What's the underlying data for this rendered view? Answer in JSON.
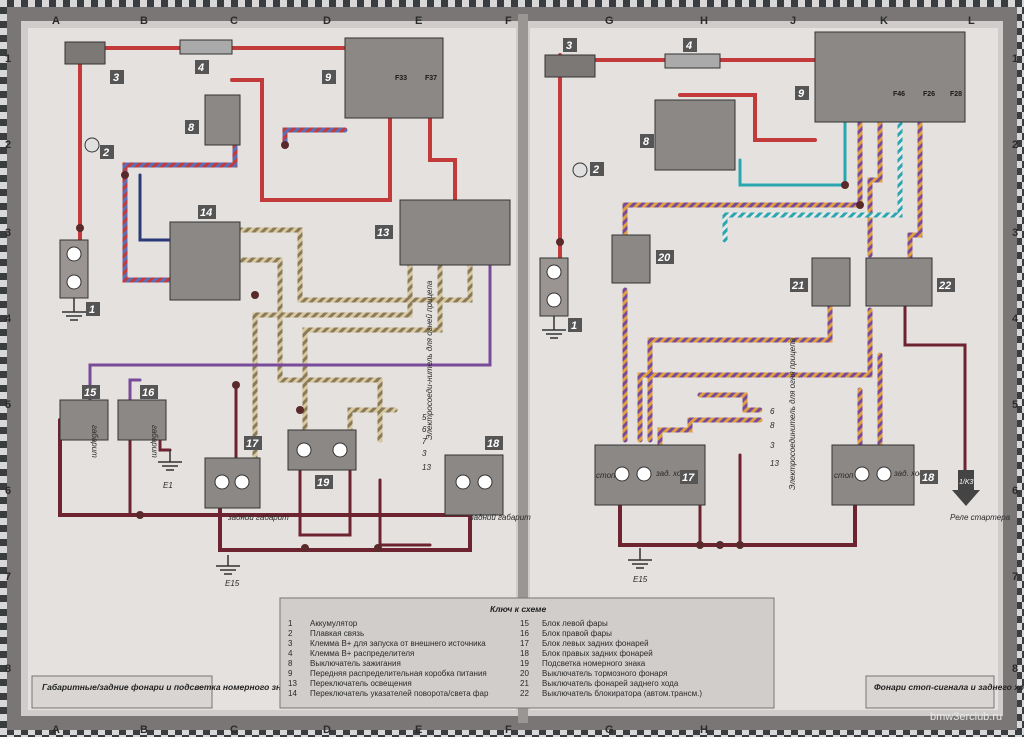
{
  "grid": {
    "columns_left": [
      "A",
      "B",
      "C",
      "D",
      "E",
      "F"
    ],
    "columns_right": [
      "G",
      "H",
      "J",
      "K",
      "L"
    ],
    "rows": [
      "1",
      "2",
      "3",
      "4",
      "5",
      "6",
      "7",
      "8"
    ]
  },
  "left_diagram": {
    "components": [
      {
        "id": "c3",
        "number": "3"
      },
      {
        "id": "c4",
        "number": "4"
      },
      {
        "id": "c9",
        "number": "9"
      },
      {
        "id": "c8",
        "number": "8"
      },
      {
        "id": "c2",
        "number": "2"
      },
      {
        "id": "c14",
        "number": "14"
      },
      {
        "id": "c13",
        "number": "13"
      },
      {
        "id": "c1",
        "number": "1"
      },
      {
        "id": "c15",
        "number": "15"
      },
      {
        "id": "c16",
        "number": "16"
      },
      {
        "id": "c17",
        "number": "17"
      },
      {
        "id": "c19",
        "number": "19"
      },
      {
        "id": "c18",
        "number": "18"
      }
    ],
    "fuses": [
      "F33",
      "F37"
    ],
    "connector_label": "Электросоеди-нитель для огней прицепа",
    "connector_pins": [
      "5",
      "6",
      "7",
      "3",
      "13"
    ],
    "lamp_labels": {
      "rear_left": "задний габарит",
      "rear_right": "задний габарит",
      "front_left": "габарит",
      "front_right": "габарит"
    },
    "grounds": [
      "E1",
      "E15"
    ],
    "title": "Габаритные/задние фонари и подсветка номерного знака"
  },
  "right_diagram": {
    "components": [
      {
        "id": "r3",
        "number": "3"
      },
      {
        "id": "r4",
        "number": "4"
      },
      {
        "id": "r9",
        "number": "9"
      },
      {
        "id": "r8",
        "number": "8"
      },
      {
        "id": "r2",
        "number": "2"
      },
      {
        "id": "r20",
        "number": "20"
      },
      {
        "id": "r21",
        "number": "21"
      },
      {
        "id": "r22",
        "number": "22"
      },
      {
        "id": "r1",
        "number": "1"
      },
      {
        "id": "r17",
        "number": "17"
      },
      {
        "id": "r18",
        "number": "18"
      }
    ],
    "fuses": [
      "F46",
      "F26",
      "F28"
    ],
    "connector_label": "Электросоединитель для огня прицепа",
    "connector_pins": [
      "6",
      "8",
      "3",
      "13"
    ],
    "lamp_labels": {
      "stop_left": "стоп",
      "reverse_left": "зад. ход",
      "stop_right": "стоп",
      "reverse_right": "зад. ход"
    },
    "relay_tag": "1/K3",
    "relay_label": "Реле стартера",
    "grounds": [
      "E15"
    ],
    "title": "Фонари стоп-сигнала и заднего хода"
  },
  "key": {
    "heading": "Ключ к схеме",
    "items": [
      {
        "n": "1",
        "text": "Аккумулятор"
      },
      {
        "n": "2",
        "text": "Плавкая связь"
      },
      {
        "n": "3",
        "text": "Клемма В+ для запуска от внешнего источника"
      },
      {
        "n": "4",
        "text": "Клемма В+ распределителя"
      },
      {
        "n": "8",
        "text": "Выключатель зажигания"
      },
      {
        "n": "9",
        "text": "Передняя распределительная коробка питания"
      },
      {
        "n": "13",
        "text": "Переключатель освещения"
      },
      {
        "n": "14",
        "text": "Переключатель указателей поворота/света фар"
      },
      {
        "n": "15",
        "text": "Блок левой фары"
      },
      {
        "n": "16",
        "text": "Блок правой фары"
      },
      {
        "n": "17",
        "text": "Блок левых задних фонарей"
      },
      {
        "n": "18",
        "text": "Блок правых задних фонарей"
      },
      {
        "n": "19",
        "text": "Подсветка номерного знака"
      },
      {
        "n": "20",
        "text": "Выключатель тормозного фонаря"
      },
      {
        "n": "21",
        "text": "Выключатель фонарей заднего хода"
      },
      {
        "n": "22",
        "text": "Выключатель блокиратора (автом.трансм.)"
      }
    ]
  },
  "watermark": "bmw3erclub.ru",
  "colors": {
    "red": "#c23a3a",
    "dark_red": "#6e2430",
    "blue_stripe": "#5a6fb8",
    "cyan": "#2aa6b0",
    "tan": "#b8a070",
    "purple": "#7a4a9a",
    "component_grey": "#9a9592"
  }
}
